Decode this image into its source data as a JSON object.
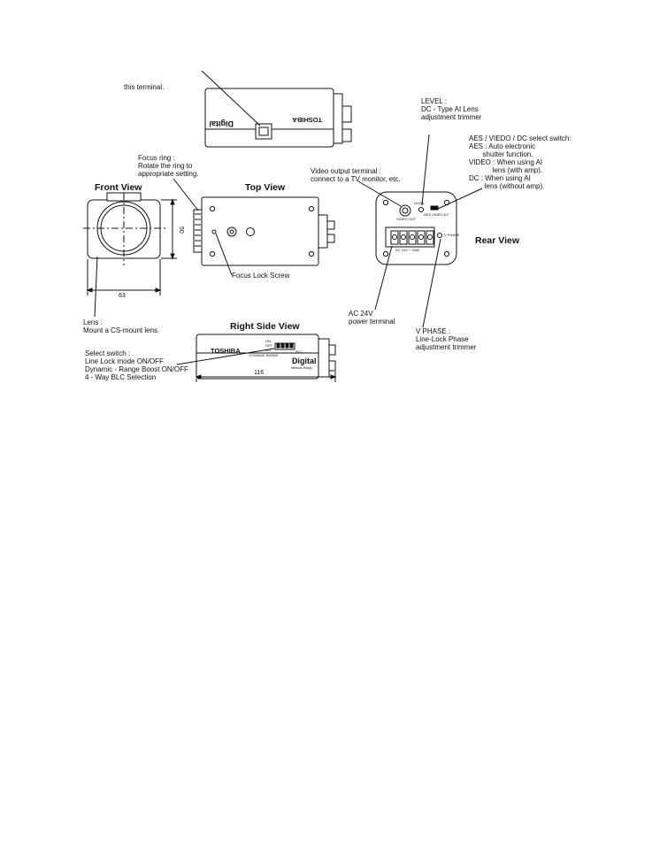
{
  "labels": {
    "this_terminal": "this terminal.",
    "level_title": "LEVEL :",
    "level_desc": "DC - Type AI Lens",
    "level_desc2": "adjustment trimmer",
    "aes_title": "AES / VIEDO / DC select switch:",
    "aes_l1": "AES : Auto electronic",
    "aes_l2": "       shutter function.",
    "aes_l3": "VIDEO : When using AI",
    "aes_l4": "            lens (with amp).",
    "aes_l5": "DC : When using AI",
    "aes_l6": "        lens (without amp).",
    "focus_ring_1": "Focus ring :",
    "focus_ring_2": "Rotate the ring to",
    "focus_ring_3": "appropriate setting.",
    "video_out_1": "Video output terminal :",
    "video_out_2": "connect to a TV monitor, etc.",
    "focus_lock": "Focus Lock Screw",
    "lens_1": "Lens :",
    "lens_2": "Mount a CS-mount lens.",
    "ac_1": "AC 24V",
    "ac_2": "power terminal",
    "vphase_1": "V PHASE :",
    "vphase_2": "Line-Lock Phase",
    "vphase_3": "adjustment trimmer",
    "select_1": "Select switch :",
    "select_2": "Line Lock mode ON/OFF",
    "select_3": "Dynamic - Range Boost ON/OFF",
    "select_4": "4 - Way BLC Selection"
  },
  "views": {
    "front": "Front View",
    "top": "Top View",
    "rear": "Rear View",
    "right": "Right Side View"
  },
  "dimensions": {
    "width": "63",
    "height": "50",
    "length": "116"
  },
  "product_marks": {
    "brand": "TOSHIBA",
    "digital": "Digital",
    "digital_sub": "Network Ready"
  },
  "panel_text": {
    "video_out": "VIDEO OUT",
    "level": "LEVEL",
    "aes_video_dc": "AES VIDEO DC",
    "v_phase": "V PHASE",
    "ac_gnd": "AC 24V  ~  GND",
    "on": "ON",
    "off": "OFF",
    "llk": "LL1",
    "dynamic_range": "DYNAMIC RANGE",
    "blc": "BLC"
  }
}
